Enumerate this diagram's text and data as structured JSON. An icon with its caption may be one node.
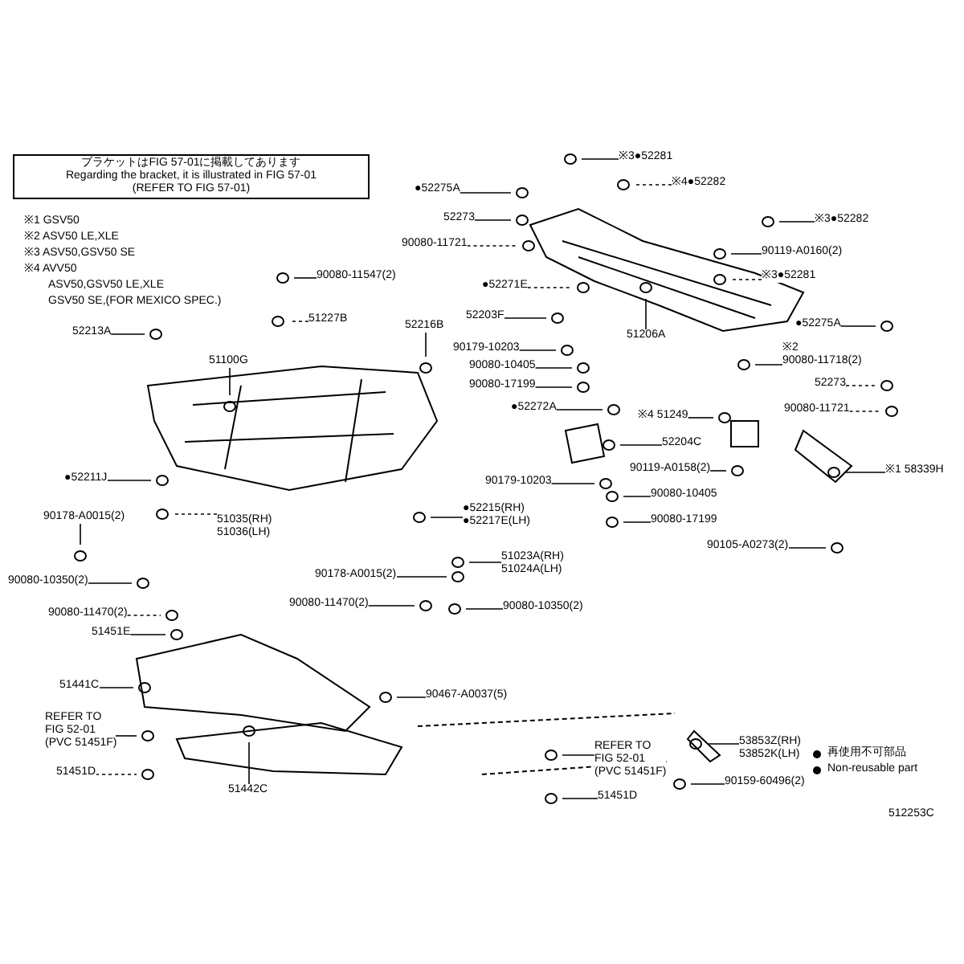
{
  "diagram": {
    "nodes": [
      {
        "text": [
          "ブラケットはFIG 57-01に掲載してあります",
          "Regarding the bracket, it is illustrated in FIG 57-01",
          "(REFER TO FIG 57-01)"
        ]
      },
      {
        "text": [
          "●52275A"
        ]
      },
      {
        "text": [
          "52273"
        ]
      },
      {
        "text": [
          "90080-11721"
        ]
      },
      {
        "text": [
          "※3●52281"
        ]
      },
      {
        "text": [
          "※4●52282"
        ]
      },
      {
        "text": [
          "※3●52282"
        ]
      },
      {
        "text": [
          "90119-A0160(2)"
        ]
      },
      {
        "text": [
          "※3●52281"
        ]
      },
      {
        "text": [
          "52213A"
        ]
      },
      {
        "text": [
          "90080-11547(2)"
        ]
      },
      {
        "text": [
          "51227B"
        ]
      },
      {
        "text": [
          "52216B"
        ]
      },
      {
        "text": [
          "51100G"
        ]
      },
      {
        "text": [
          "●52271E"
        ]
      },
      {
        "text": [
          "52203F"
        ]
      },
      {
        "text": [
          "51206A"
        ]
      },
      {
        "text": [
          "90179-10203"
        ]
      },
      {
        "text": [
          "90080-10405"
        ]
      },
      {
        "text": [
          "90080-17199"
        ]
      },
      {
        "text": [
          "●52275A"
        ]
      },
      {
        "text": [
          "※2",
          "90080-11718(2)"
        ]
      },
      {
        "text": [
          "52273"
        ]
      },
      {
        "text": [
          "90080-11721"
        ]
      },
      {
        "text": [
          "●52272A"
        ]
      },
      {
        "text": [
          "※4 51249"
        ]
      },
      {
        "text": [
          "52204C"
        ]
      },
      {
        "text": [
          "90119-A0158(2)"
        ]
      },
      {
        "text": [
          "※1 58339H"
        ]
      },
      {
        "text": [
          "90179-10203"
        ]
      },
      {
        "text": [
          "90080-10405"
        ]
      },
      {
        "text": [
          "90080-17199"
        ]
      },
      {
        "text": [
          "90105-A0273(2)"
        ]
      },
      {
        "text": [
          "●52211J"
        ]
      },
      {
        "text": [
          "90178-A0015(2)"
        ]
      },
      {
        "text": [
          "51035(RH)",
          "51036(LH)"
        ]
      },
      {
        "text": [
          "●52215(RH)",
          "●52217E(LH)"
        ]
      },
      {
        "text": [
          "51023A(RH)",
          "51024A(LH)"
        ]
      },
      {
        "text": [
          "90080-10350(2)"
        ]
      },
      {
        "text": [
          "90080-11470(2)"
        ]
      },
      {
        "text": [
          "90178-A0015(2)"
        ]
      },
      {
        "text": [
          "90080-11470(2)"
        ]
      },
      {
        "text": [
          "90080-10350(2)"
        ]
      },
      {
        "text": [
          "51451E"
        ]
      },
      {
        "text": [
          "51441C"
        ]
      },
      {
        "text": [
          "90467-A0037(5)"
        ]
      },
      {
        "text": [
          "REFER TO FIG 52-01",
          "(PVC 51451F)"
        ]
      },
      {
        "text": [
          "51451D"
        ]
      },
      {
        "text": [
          "51442C"
        ]
      },
      {
        "text": [
          "REFER TO FIG 52-01",
          "(PVC 51451F)"
        ]
      },
      {
        "text": [
          "51451D"
        ]
      },
      {
        "text": [
          "53853Z(RH)",
          "53852K(LH)"
        ]
      },
      {
        "text": [
          "90159-60496(2)"
        ]
      }
    ],
    "edges": [
      {
        "from": 1,
        "to": null,
        "arrow": "none"
      },
      {
        "from": 2,
        "to": null,
        "arrow": "none"
      },
      {
        "from": 3,
        "to": null,
        "arrow": "none",
        "style": "dashed"
      },
      {
        "from": 4,
        "to": null,
        "arrow": "none"
      },
      {
        "from": 5,
        "to": null,
        "arrow": "none",
        "style": "dashed"
      },
      {
        "from": 6,
        "to": null,
        "arrow": "none"
      },
      {
        "from": 7,
        "to": null,
        "arrow": "none"
      },
      {
        "from": 8,
        "to": null,
        "arrow": "none",
        "style": "dashed"
      },
      {
        "from": 9,
        "to": null,
        "arrow": "none"
      },
      {
        "from": 10,
        "to": null,
        "arrow": "none"
      },
      {
        "from": 11,
        "to": null,
        "arrow": "none",
        "style": "dashed"
      },
      {
        "from": 12,
        "to": null,
        "arrow": "none"
      },
      {
        "from": 13,
        "to": null,
        "arrow": "none"
      },
      {
        "from": 14,
        "to": null,
        "arrow": "none",
        "style": "dashed"
      },
      {
        "from": 15,
        "to": null,
        "arrow": "none"
      },
      {
        "from": 16,
        "to": null,
        "arrow": "none"
      },
      {
        "from": 17,
        "to": null,
        "arrow": "none"
      },
      {
        "from": 18,
        "to": null,
        "arrow": "none"
      },
      {
        "from": 19,
        "to": null,
        "arrow": "none"
      },
      {
        "from": 20,
        "to": null,
        "arrow": "none"
      },
      {
        "from": 21,
        "to": null,
        "arrow": "none"
      },
      {
        "from": 22,
        "to": null,
        "arrow": "none",
        "style": "dashed"
      },
      {
        "from": 23,
        "to": null,
        "arrow": "none",
        "style": "dashed"
      },
      {
        "from": 24,
        "to": null,
        "arrow": "none"
      },
      {
        "from": 25,
        "to": null,
        "arrow": "none"
      },
      {
        "from": 26,
        "to": null,
        "arrow": "none"
      },
      {
        "from": 27,
        "to": null,
        "arrow": "none"
      },
      {
        "from": 28,
        "to": null,
        "arrow": "none"
      },
      {
        "from": 29,
        "to": null,
        "arrow": "none"
      },
      {
        "from": 30,
        "to": null,
        "arrow": "none"
      },
      {
        "from": 31,
        "to": null,
        "arrow": "none"
      },
      {
        "from": 32,
        "to": null,
        "arrow": "none"
      },
      {
        "from": 33,
        "to": null,
        "arrow": "none"
      },
      {
        "from": 34,
        "to": null,
        "arrow": "none"
      },
      {
        "from": 35,
        "to": null,
        "arrow": "none",
        "style": "dashed"
      },
      {
        "from": 36,
        "to": null,
        "arrow": "none"
      },
      {
        "from": 37,
        "to": null,
        "arrow": "none"
      },
      {
        "from": 38,
        "to": null,
        "arrow": "none"
      },
      {
        "from": 39,
        "to": null,
        "arrow": "none",
        "style": "dashed"
      },
      {
        "from": 40,
        "to": null,
        "arrow": "none"
      },
      {
        "from": 41,
        "to": null,
        "arrow": "none"
      },
      {
        "from": 42,
        "to": null,
        "arrow": "none"
      },
      {
        "from": 43,
        "to": null,
        "arrow": "none"
      },
      {
        "from": 44,
        "to": null,
        "arrow": "none"
      },
      {
        "from": 45,
        "to": null,
        "arrow": "none"
      },
      {
        "from": 46,
        "to": null,
        "arrow": "none"
      },
      {
        "from": 47,
        "to": null,
        "arrow": "none",
        "style": "dashed"
      },
      {
        "from": 48,
        "to": null,
        "arrow": "none"
      },
      {
        "from": 49,
        "to": null,
        "arrow": "none"
      },
      {
        "from": 50,
        "to": null,
        "arrow": "none"
      },
      {
        "from": 51,
        "to": null,
        "arrow": "none"
      },
      {
        "from": 52,
        "to": null,
        "arrow": "none"
      }
    ],
    "labels": [
      "※1 GSV50",
      "※2 ASV50 LE,XLE",
      "※3 ASV50,GSV50 SE",
      "※4 AVV50",
      "ASV50,GSV50 LE,XLE",
      "GSV50 SE,(FOR MEXICO SPEC.)",
      "512253C"
    ],
    "legend": [
      {
        "text": "再使用不可部品"
      },
      {
        "text": "Non-reusable part"
      }
    ]
  }
}
